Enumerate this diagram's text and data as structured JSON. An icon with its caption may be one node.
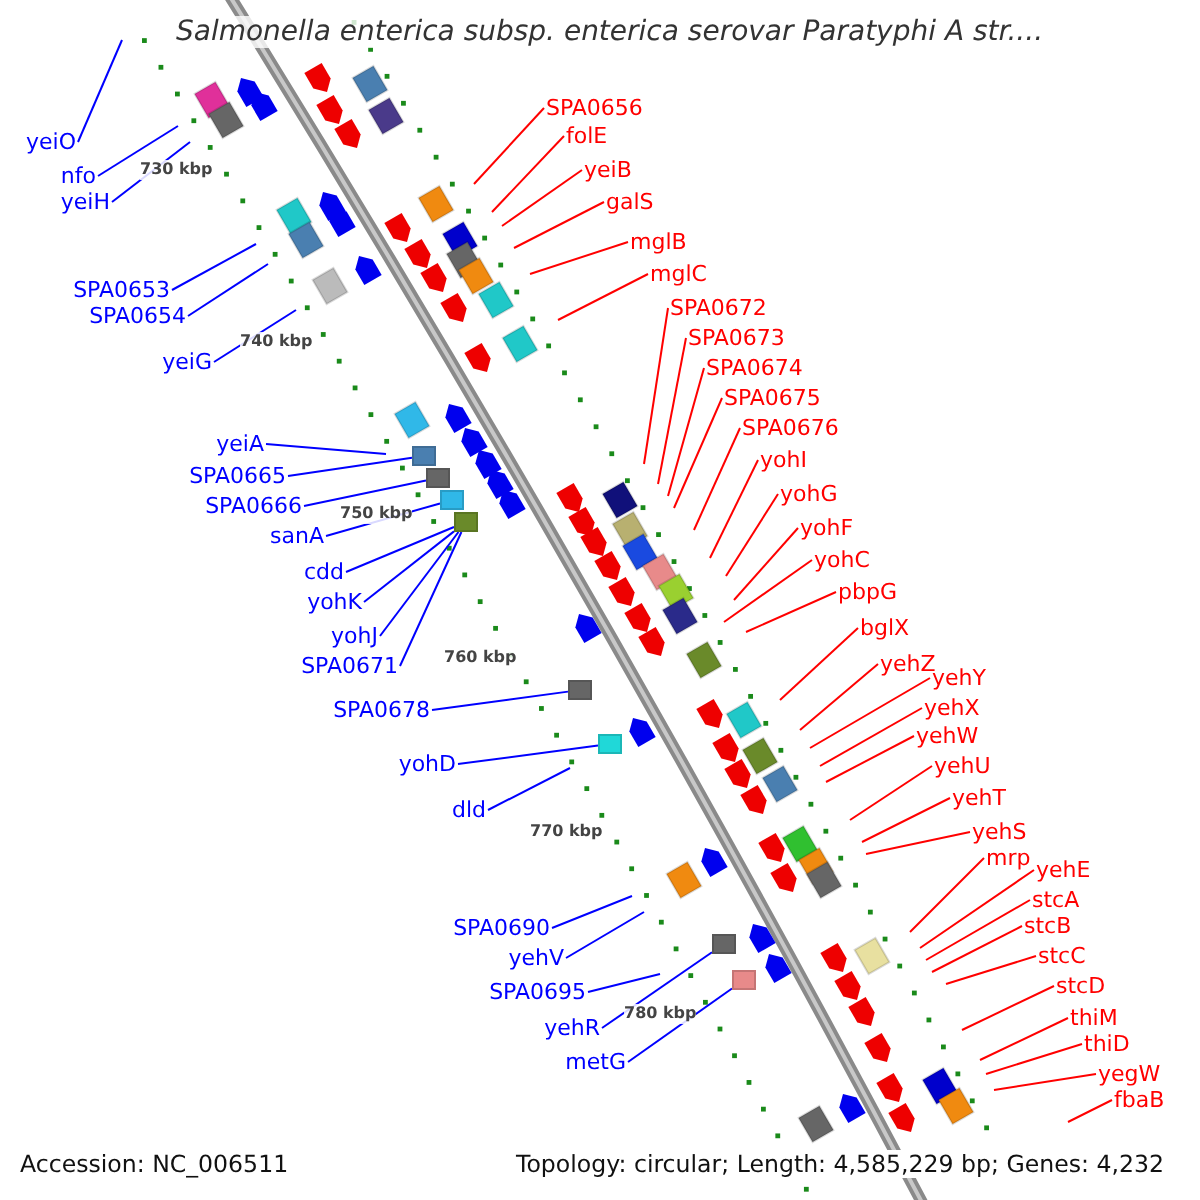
{
  "diagram": {
    "title": "Salmonella enterica subsp. enterica serovar Paratyphi A str....",
    "nodes": [
      {
        "text": [
          "yeiO"
        ]
      },
      {
        "text": [
          "nfo"
        ]
      },
      {
        "text": [
          "yeiH"
        ]
      },
      {
        "text": [
          "SPA0653"
        ]
      },
      {
        "text": [
          "SPA0654"
        ]
      },
      {
        "text": [
          "yeiG"
        ]
      },
      {
        "text": [
          "yeiA"
        ]
      },
      {
        "text": [
          "SPA0665"
        ]
      },
      {
        "text": [
          "SPA0666"
        ]
      },
      {
        "text": [
          "sanA"
        ]
      },
      {
        "text": [
          "cdd"
        ]
      },
      {
        "text": [
          "yohK"
        ]
      },
      {
        "text": [
          "yohJ"
        ]
      },
      {
        "text": [
          "SPA0671"
        ]
      },
      {
        "text": [
          "SPA0678"
        ]
      },
      {
        "text": [
          "yohD"
        ]
      },
      {
        "text": [
          "dld"
        ]
      },
      {
        "text": [
          "SPA0690"
        ]
      },
      {
        "text": [
          "yehV"
        ]
      },
      {
        "text": [
          "SPA0695"
        ]
      },
      {
        "text": [
          "yehR"
        ]
      },
      {
        "text": [
          "metG"
        ]
      },
      {
        "text": [
          "SPA0656"
        ]
      },
      {
        "text": [
          "folE"
        ]
      },
      {
        "text": [
          "yeiB"
        ]
      },
      {
        "text": [
          "galS"
        ]
      },
      {
        "text": [
          "mglB"
        ]
      },
      {
        "text": [
          "mglC"
        ]
      },
      {
        "text": [
          "SPA0672"
        ]
      },
      {
        "text": [
          "SPA0673"
        ]
      },
      {
        "text": [
          "SPA0674"
        ]
      },
      {
        "text": [
          "SPA0675"
        ]
      },
      {
        "text": [
          "SPA0676"
        ]
      },
      {
        "text": [
          "yohI"
        ]
      },
      {
        "text": [
          "yohG"
        ]
      },
      {
        "text": [
          "yohF"
        ]
      },
      {
        "text": [
          "yohC"
        ]
      },
      {
        "text": [
          "pbpG"
        ]
      },
      {
        "text": [
          "bglX"
        ]
      },
      {
        "text": [
          "yehZ"
        ]
      },
      {
        "text": [
          "yehY"
        ]
      },
      {
        "text": [
          "yehX"
        ]
      },
      {
        "text": [
          "yehW"
        ]
      },
      {
        "text": [
          "yehU"
        ]
      },
      {
        "text": [
          "yehT"
        ]
      },
      {
        "text": [
          "yehS"
        ]
      },
      {
        "text": [
          "mrp"
        ]
      },
      {
        "text": [
          "yehE"
        ]
      },
      {
        "text": [
          "stcA"
        ]
      },
      {
        "text": [
          "stcB"
        ]
      },
      {
        "text": [
          "stcC"
        ]
      },
      {
        "text": [
          "stcD"
        ]
      },
      {
        "text": [
          "thiM"
        ]
      },
      {
        "text": [
          "thiD"
        ]
      },
      {
        "text": [
          "yegW"
        ]
      },
      {
        "text": [
          "fbaB"
        ]
      },
      {
        "text": [],
        "shape": "box"
      },
      {
        "text": [],
        "shape": "box"
      },
      {
        "text": [],
        "shape": "box"
      },
      {
        "text": [],
        "shape": "box"
      },
      {
        "text": [],
        "shape": "box"
      },
      {
        "text": [],
        "shape": "box"
      },
      {
        "text": [],
        "shape": "box"
      },
      {
        "text": [],
        "shape": "box"
      }
    ],
    "edges": [
      {
        "from": 0,
        "to": null,
        "arrow": "none",
        "color": "#0000ff"
      },
      {
        "from": 1,
        "to": null,
        "arrow": "none",
        "color": "#0000ff"
      },
      {
        "from": 2,
        "to": null,
        "arrow": "none",
        "color": "#0000ff"
      },
      {
        "from": 3,
        "to": null,
        "arrow": "none",
        "color": "#0000ff"
      },
      {
        "from": 4,
        "to": null,
        "arrow": "none",
        "color": "#0000ff"
      },
      {
        "from": 5,
        "to": null,
        "arrow": "none",
        "color": "#0000ff"
      },
      {
        "from": 6,
        "to": null,
        "arrow": "none",
        "color": "#0000ff"
      },
      {
        "from": 7,
        "to": 56,
        "arrow": "none",
        "color": "#0000ff"
      },
      {
        "from": 8,
        "to": 57,
        "arrow": "none",
        "color": "#0000ff"
      },
      {
        "from": 9,
        "to": 58,
        "arrow": "none",
        "color": "#0000ff"
      },
      {
        "from": 10,
        "to": 59,
        "arrow": "none",
        "color": "#0000ff"
      },
      {
        "from": 11,
        "to": 59,
        "arrow": "none",
        "color": "#0000ff"
      },
      {
        "from": 12,
        "to": 59,
        "arrow": "none",
        "color": "#0000ff"
      },
      {
        "from": 13,
        "to": 59,
        "arrow": "none",
        "color": "#0000ff"
      },
      {
        "from": 14,
        "to": 60,
        "arrow": "none",
        "color": "#0000ff"
      },
      {
        "from": 15,
        "to": 63,
        "arrow": "none",
        "color": "#0000ff"
      },
      {
        "from": 16,
        "to": null,
        "arrow": "none",
        "color": "#0000ff"
      },
      {
        "from": 17,
        "to": null,
        "arrow": "none",
        "color": "#0000ff"
      },
      {
        "from": 18,
        "to": null,
        "arrow": "none",
        "color": "#0000ff"
      },
      {
        "from": 19,
        "to": null,
        "arrow": "none",
        "color": "#0000ff"
      },
      {
        "from": 20,
        "to": 61,
        "arrow": "none",
        "color": "#0000ff"
      },
      {
        "from": 21,
        "to": 62,
        "arrow": "none",
        "color": "#0000ff"
      },
      {
        "from": 22,
        "to": null,
        "arrow": "none"
      },
      {
        "from": 23,
        "to": null,
        "arrow": "none"
      },
      {
        "from": 24,
        "to": null,
        "arrow": "none"
      },
      {
        "from": 25,
        "to": null,
        "arrow": "none"
      },
      {
        "from": 26,
        "to": null,
        "arrow": "none"
      },
      {
        "from": 27,
        "to": null,
        "arrow": "none"
      },
      {
        "from": 28,
        "to": null,
        "arrow": "none"
      },
      {
        "from": 29,
        "to": null,
        "arrow": "none"
      },
      {
        "from": 30,
        "to": null,
        "arrow": "none"
      },
      {
        "from": 31,
        "to": null,
        "arrow": "none"
      },
      {
        "from": 32,
        "to": null,
        "arrow": "none"
      },
      {
        "from": 33,
        "to": null,
        "arrow": "none"
      },
      {
        "from": 34,
        "to": null,
        "arrow": "none"
      },
      {
        "from": 35,
        "to": null,
        "arrow": "none"
      },
      {
        "from": 36,
        "to": null,
        "arrow": "none"
      },
      {
        "from": 37,
        "to": null,
        "arrow": "none"
      },
      {
        "from": 38,
        "to": null,
        "arrow": "none"
      },
      {
        "from": 39,
        "to": null,
        "arrow": "none"
      },
      {
        "from": 40,
        "to": null,
        "arrow": "none"
      },
      {
        "from": 41,
        "to": null,
        "arrow": "none"
      },
      {
        "from": 42,
        "to": null,
        "arrow": "none"
      },
      {
        "from": 43,
        "to": null,
        "arrow": "none"
      },
      {
        "from": 44,
        "to": null,
        "arrow": "none"
      },
      {
        "from": 45,
        "to": null,
        "arrow": "none"
      },
      {
        "from": 46,
        "to": null,
        "arrow": "none"
      },
      {
        "from": 47,
        "to": null,
        "arrow": "none"
      },
      {
        "from": 48,
        "to": null,
        "arrow": "none"
      },
      {
        "from": 49,
        "to": null,
        "arrow": "none"
      },
      {
        "from": 50,
        "to": null,
        "arrow": "none"
      },
      {
        "from": 51,
        "to": null,
        "arrow": "none"
      },
      {
        "from": 52,
        "to": null,
        "arrow": "none"
      },
      {
        "from": 53,
        "to": null,
        "arrow": "none"
      },
      {
        "from": 54,
        "to": null,
        "arrow": "none"
      },
      {
        "from": 55,
        "to": null,
        "arrow": "none"
      }
    ],
    "labels": [
      "730 kbp",
      "740 kbp",
      "750 kbp",
      "760 kbp",
      "770 kbp",
      "780 kbp",
      "Accession: NC_006511",
      "Topology: circular; Length: 4,585,229 bp; Genes: 4,232"
    ]
  }
}
